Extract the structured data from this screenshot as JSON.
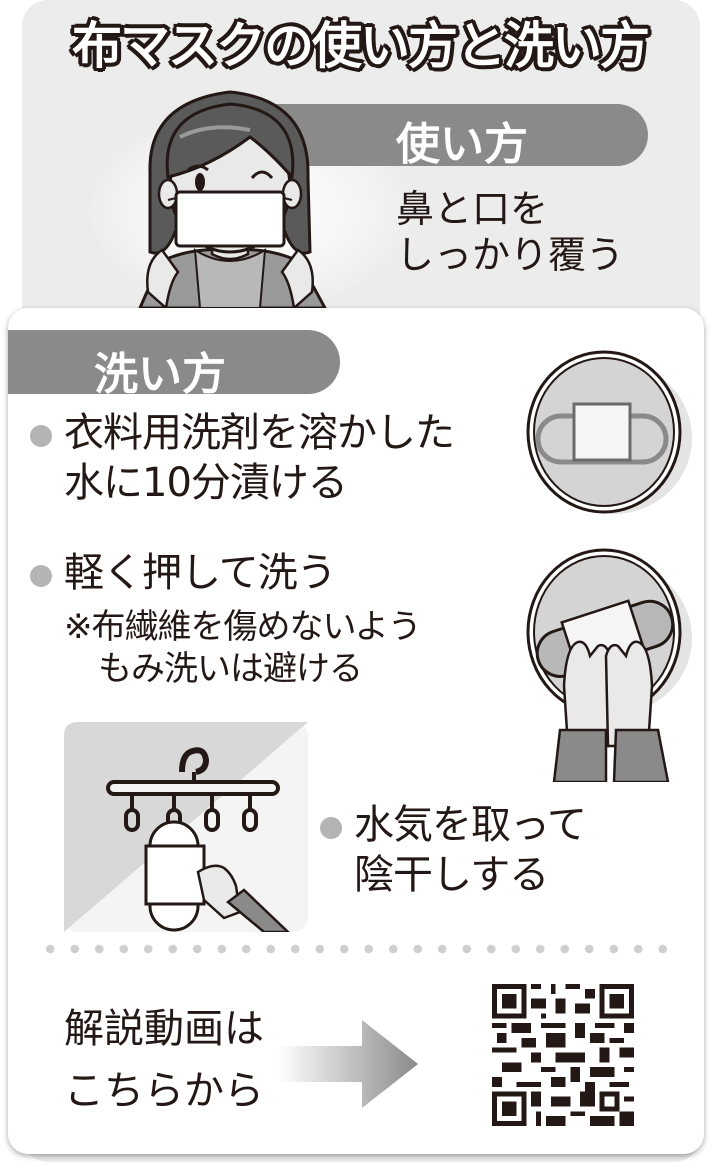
{
  "title": "布マスクの使い方と洗い方",
  "usage": {
    "label": "使い方",
    "desc_line1": "鼻と口を",
    "desc_line2": "しっかり覆う"
  },
  "washing": {
    "label": "洗い方",
    "steps": [
      {
        "line1": "衣料用洗剤を溶かした",
        "line2": "水に10分漬ける"
      },
      {
        "line1": "軽く押して洗う",
        "note_line1": "※布繊維を傷めないよう",
        "note_line2": "もみ洗いは避ける"
      },
      {
        "line1": "水気を取って",
        "line2": "陰干しする"
      }
    ]
  },
  "video": {
    "line1": "解説動画は",
    "line2": "こちらから",
    "arrow_icon": "arrow-right-icon",
    "qr_icon": "qr-code-icon"
  },
  "colors": {
    "outer_bg": "#ececec",
    "card_bg": "#ffffff",
    "tab_gray": "#8a8a8a",
    "bullet_gray": "#b4b4b4",
    "text": "#231815"
  }
}
